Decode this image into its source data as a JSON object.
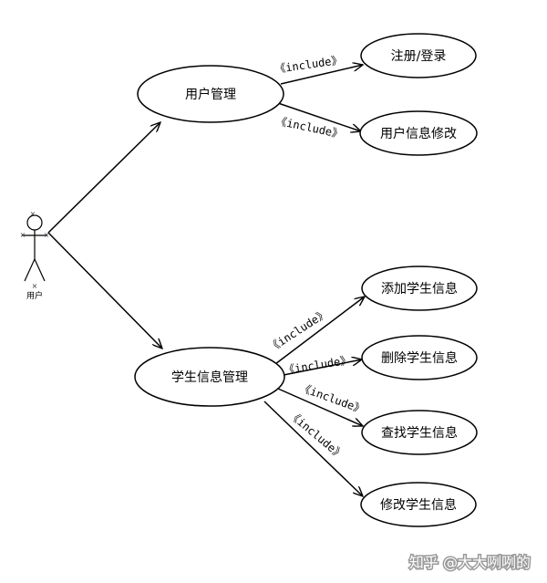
{
  "actor": {
    "label": "用户"
  },
  "use_cases": {
    "user_mgmt": "用户管理",
    "register_login": "注册/登录",
    "user_info_edit": "用户信息修改",
    "student_mgmt": "学生信息管理",
    "add_student": "添加学生信息",
    "delete_student": "删除学生信息",
    "find_student": "查找学生信息",
    "edit_student": "修改学生信息"
  },
  "stereotype": "《include》",
  "watermark": "知乎 @大大咧咧的"
}
